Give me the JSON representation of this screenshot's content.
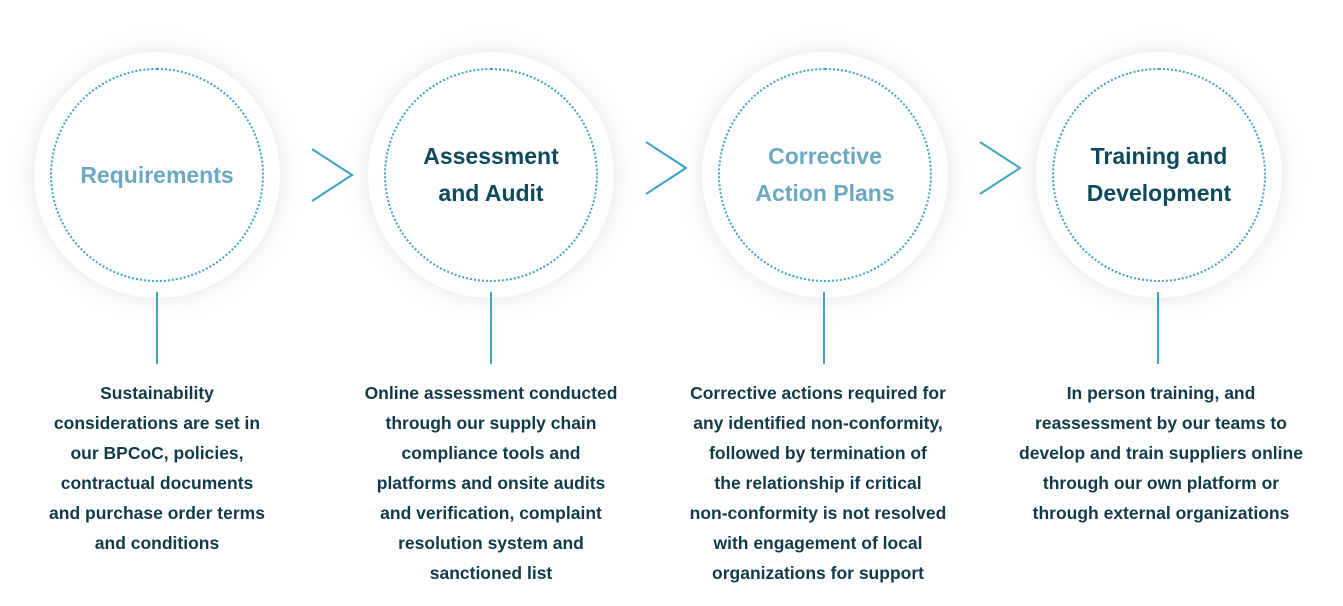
{
  "stages": [
    {
      "title_lines": [
        "Requirements"
      ],
      "description_lines": [
        "Sustainability",
        "considerations are set in",
        "our BPCoC, policies,",
        "contractual documents",
        "and purchase order terms",
        "and conditions"
      ]
    },
    {
      "title_lines": [
        "Assessment",
        "and Audit"
      ],
      "description_lines": [
        "Online assessment conducted",
        "through our supply chain",
        "compliance tools and",
        "platforms and onsite audits",
        "and verification, complaint",
        "resolution system and",
        "sanctioned list"
      ]
    },
    {
      "title_lines": [
        "Corrective",
        "Action Plans"
      ],
      "description_lines": [
        "Corrective actions required for",
        "any identified non-conformity,",
        "followed by termination of",
        "the relationship if critical",
        "non-conformity is not resolved",
        "with engagement of local",
        "organizations for support"
      ]
    },
    {
      "title_lines": [
        "Training and",
        "Development"
      ],
      "description_lines": [
        "In person training, and",
        "reassessment by our teams to",
        "develop and train suppliers online",
        "through our own platform or",
        "through external organizations"
      ]
    }
  ],
  "colors": {
    "title_light": "#6aa9c1",
    "title_dark": "#0d4a5c",
    "accent": "#3ea3c4",
    "description_text": "#123a48"
  },
  "icons": {
    "arrow": "chevron-right"
  }
}
